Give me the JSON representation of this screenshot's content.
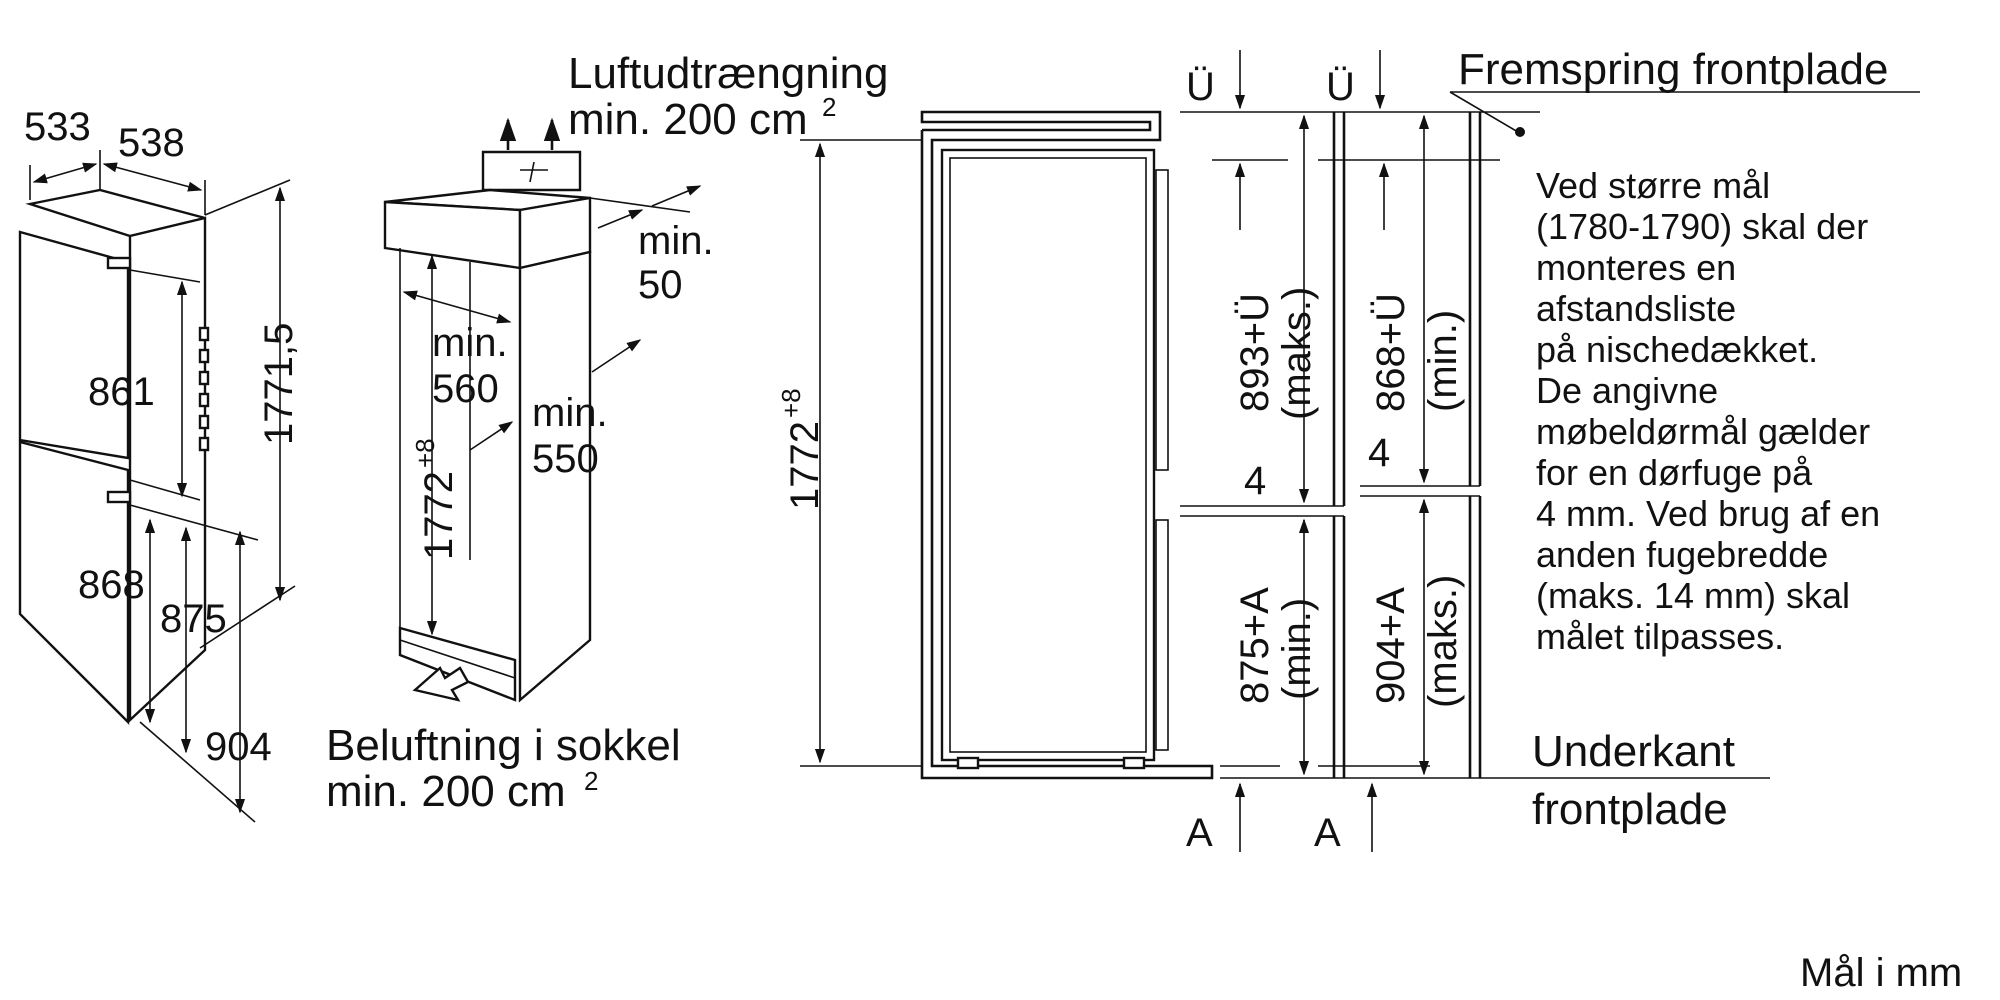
{
  "left_fig": {
    "depth_a": "533",
    "depth_b": "538",
    "height_total": "1771,5",
    "upper": "861",
    "lower_a": "868",
    "lower_b": "875",
    "lower_c": "904"
  },
  "middle_fig": {
    "air_out_line1": "Luftudtrængning",
    "air_out_line2": "min. 200 cm",
    "air_out_sup": "2",
    "min50_a": "min.",
    "min50_b": "50",
    "min560_a": "min.",
    "min560_b": "560",
    "min550_a": "min.",
    "min550_b": "550",
    "niche_height": "1772",
    "niche_height_sup": "+8",
    "air_in_line1": "Beluftning i sokkel",
    "air_in_line2": "min. 200 cm",
    "air_in_sup": "2"
  },
  "right_fig": {
    "u_label": "Ü",
    "a_label": "A",
    "front_projection": "Fremspring frontplade",
    "niche_height": "1772",
    "niche_height_sup": "+8",
    "dim_893": "893+Ü",
    "dim_893_note": "(maks.)",
    "dim_868": "868+Ü",
    "dim_868_note": "(min.)",
    "gap_left": "4",
    "gap_right": "4",
    "dim_875": "875+A",
    "dim_875_note": "(min.)",
    "dim_904": "904+A",
    "dim_904_note": "(maks.)",
    "note_lines": [
      "Ved større mål",
      "(1780-1790) skal der",
      "monteres en",
      "afstandsliste",
      "på nischedækket.",
      "De angivne",
      "møbeldørmål gælder",
      "for en dørfuge på",
      "4 mm. Ved brug af en",
      "anden fugebredde",
      "(maks. 14 mm) skal",
      "målet tilpasses."
    ],
    "bottom_edge_line1": "Underkant",
    "bottom_edge_line2": "frontplade"
  },
  "units": "Mål i mm"
}
